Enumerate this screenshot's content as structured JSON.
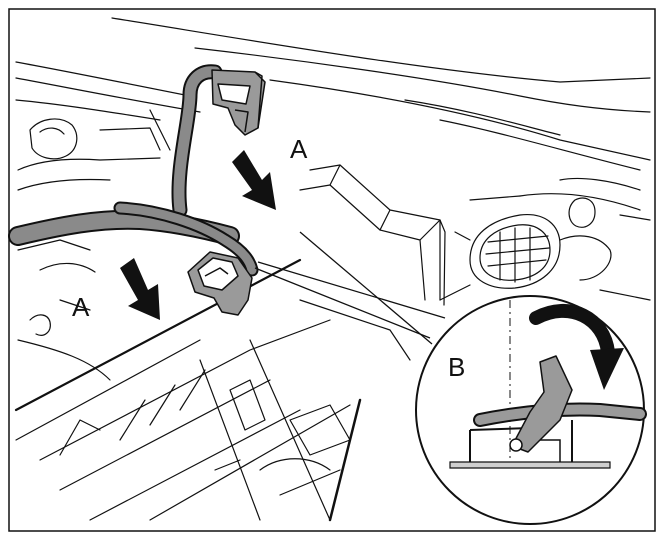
{
  "diagram": {
    "callouts": {
      "a_top": "A",
      "a_left": "A",
      "b": "B"
    },
    "colors": {
      "line": "#111111",
      "harness": "#8a8a8a",
      "clip": "#9a9a9a",
      "background": "#ffffff"
    },
    "icons": {
      "push_arrow": "down-arrow-icon",
      "rotate_arrow": "clockwise-rotate-arrow-icon"
    }
  }
}
